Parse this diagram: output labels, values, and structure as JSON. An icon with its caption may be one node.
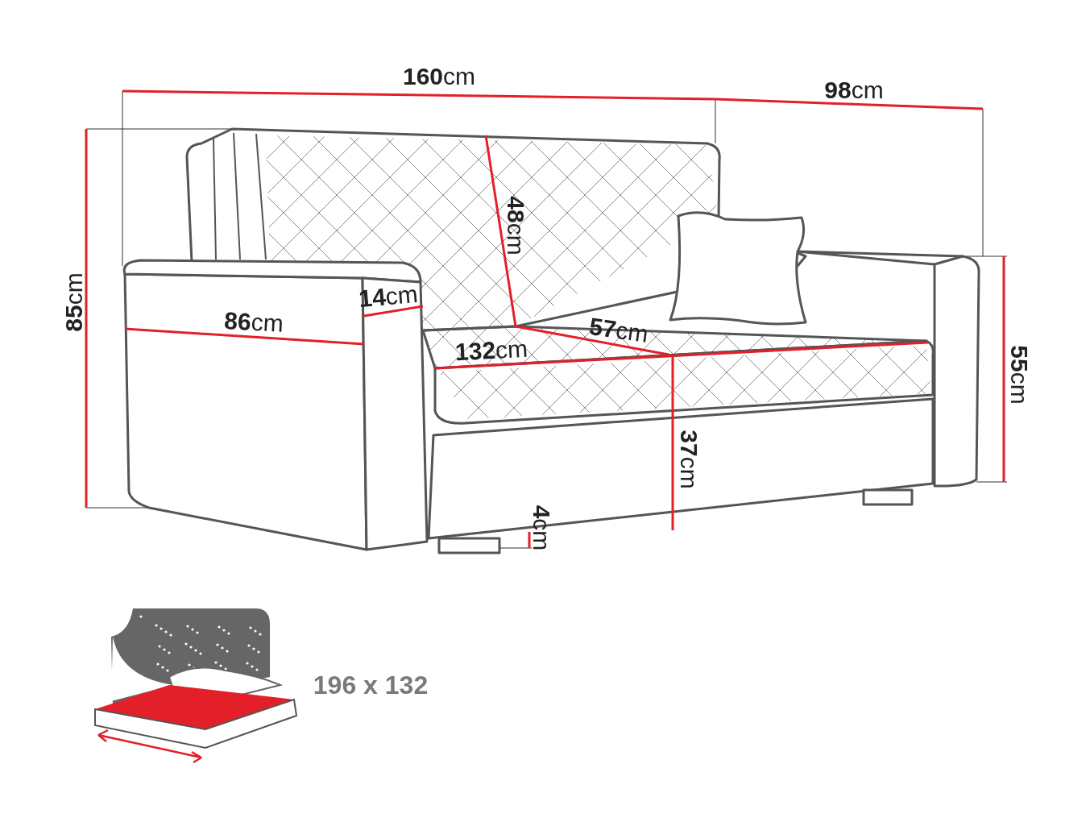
{
  "diagram": {
    "labels": [
      "**160**cm",
      "**98**cm",
      "**48**cm",
      "**85**cm",
      "**14**cm",
      "**86**cm",
      "**57**cm",
      "**132**cm",
      "**55**cm",
      "**37**cm",
      "**4**cm",
      "196 x 132"
    ]
  }
}
